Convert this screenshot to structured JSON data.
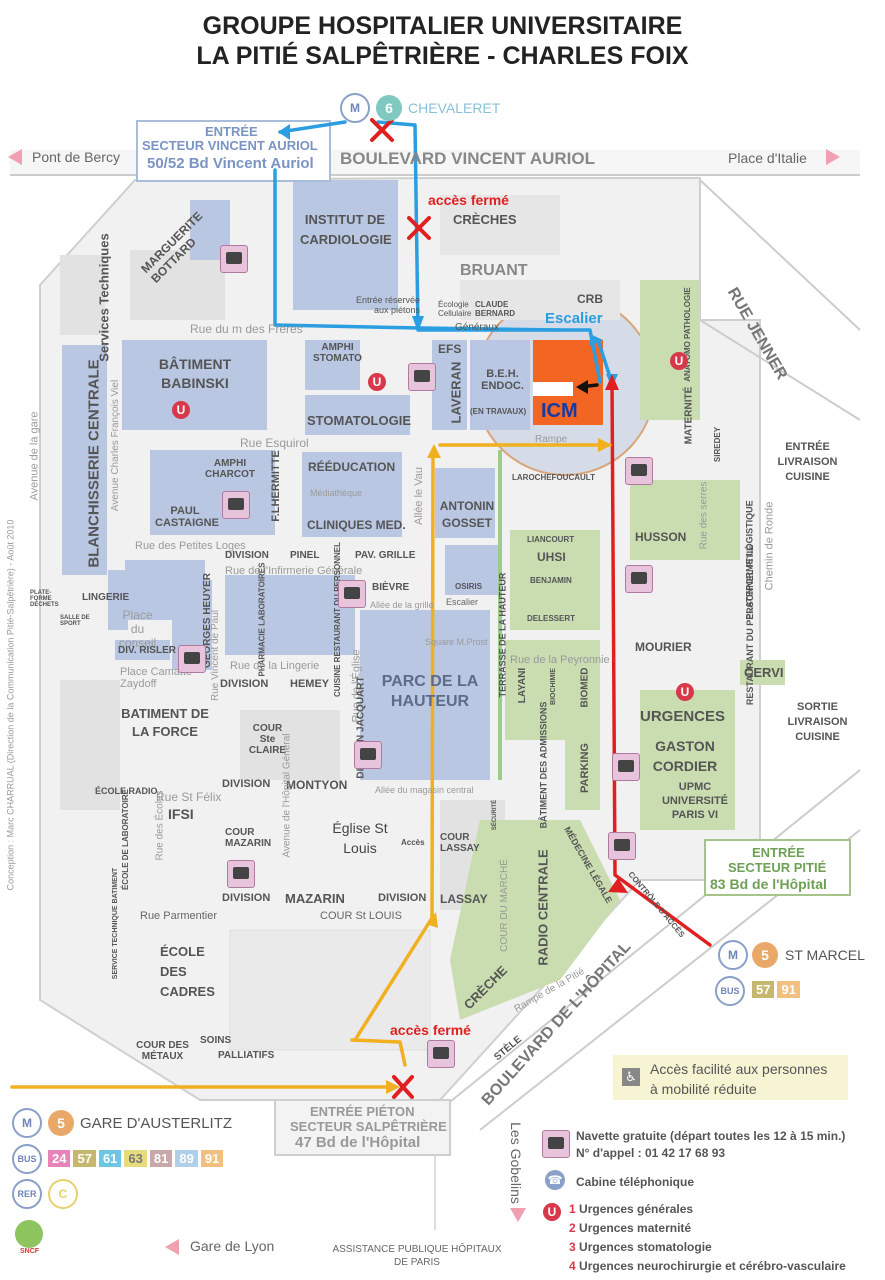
{
  "title": {
    "line1": "GROUPE HOSPITALIER UNIVERSITAIRE",
    "line2": "LA PITIÉ SALPÊTRIÈRE - CHARLES FOIX"
  },
  "metro_top": {
    "line": "6",
    "station": "CHEVALERET"
  },
  "entrances": {
    "auriol": {
      "line1": "ENTRÉE",
      "line2": "SECTEUR VINCENT AURIOL",
      "line3": "50/52 Bd Vincent Auriol"
    },
    "pitie": {
      "line1": "ENTRÉE",
      "line2": "SECTEUR PITIÉ",
      "line3": "83 Bd de l'Hôpital"
    },
    "salpetriere": {
      "line1": "ENTRÉE PIÉTON",
      "line2": "SECTEUR SALPÊTRIÈRE",
      "line3": "47 Bd de l'Hôpital"
    }
  },
  "directions": {
    "pont_bercy": "Pont de Bercy",
    "place_italie": "Place d'Italie",
    "gare_lyon": "Gare de Lyon",
    "gobelins": "Les Gobelins"
  },
  "streets": {
    "bd_auriol": "BOULEVARD VINCENT AURIOL",
    "bd_hopital": "BOULEVARD DE L'HÔPITAL",
    "rue_jenner": "RUE JENNER",
    "rue_esquirol": "Rue Esquirol",
    "rue_freres": "Rue  du  m    des   Frères",
    "av_gare": "Avenue de la gare",
    "av_charles": "Avenue Charles François Viel",
    "rue_petites_loges": "Rue des Petites Loges",
    "rue_infirmerie": "Rue de l'Infirmerie Générale",
    "rue_lingerie": "Rue de la Lingerie",
    "rue_vincent_paul": "Rue Vincent de Paul",
    "av_hopital_general": "Avenue de l'Hôpital Général",
    "rue_eglise": "Rue de l'Église",
    "allee_vau": "Allée le Vau",
    "rue_st_felix": "Rue  St Félix",
    "rue_ecoles": "Rue des Écoles",
    "rue_parmentier": "Rue Parmentier",
    "rue_peyronnie": "Rue  de  la   Peyronnie",
    "chemin_ronde": "Chemin de Ronde",
    "rue_serres": "Rue des serres",
    "allee_magasin": "Allée du magasin central",
    "rampe_pitie": "Rampe de la Pitié",
    "cour_marche": "COUR DU MARCHÉ",
    "terrasse": "TERRASSE DE LA HAUTEUR",
    "rampe": "Rampe"
  },
  "buildings": {
    "institut": "INSTITUT DE CARDIOLOGIE",
    "creches": "CRÈCHES",
    "bruant": "BRUANT",
    "marguerite": "MARGUERITE BOTTARD",
    "services": "Services Techniques",
    "babinski": "BÂTIMENT BABINSKI",
    "blanchisserie": "BLANCHISSERIE CENTRALE",
    "amphi_stomato": "AMPHI STOMATO",
    "stomatologie": "STOMATOLOGIE",
    "efs": "EFS",
    "laveran": "LAVERAN",
    "beh": "B.E.H. ENDOC.",
    "beh_travaux": "(EN TRAVAUX)",
    "icm": "ICM",
    "crb": "CRB",
    "anatomo": "ANATOMO PATHOLOGIE",
    "maternite": "MATERNITÉ",
    "amphi_charcot": "AMPHI CHARCOT",
    "paul": "PAUL CASTAIGNE",
    "fhermitte": "F.LHERMITTE",
    "reeducation": "RÉÉDUCATION",
    "mediatheque": "Médiathèque",
    "cliniques": "CLINIQUES MED.",
    "antonin": "ANTONIN GOSSET",
    "larochefoucault": "LAROCHEFOUCAULT",
    "liancourt": "LIANCOURT",
    "uhsi": "UHSI",
    "benjamin": "BENJAMIN",
    "osiris": "OSIRIS",
    "delessert": "DELESSERT",
    "husson": "HUSSON",
    "plateforme": "PLATEFORME LOGISTIQUE",
    "restaurant_pitie": "RESTAURANT DU PERSONNEL PITIÉ",
    "mourier": "MOURIER",
    "cervi": "CERVI",
    "siredey": "SIREDEY",
    "division": "DIVISION",
    "pinel": "PINEL",
    "pav_grille": "PAV. GRILLE",
    "bievre": "BIÈVRE",
    "allee_grille": "Allée de la grille",
    "lingerie": "LINGERIE",
    "plateforme_dechets": "PLATE-FORME DÉCHETS",
    "salle_sport": "SALLE DE SPORT",
    "place_conseil": "Place du conseil",
    "georges_heuyer": "GEORGES HEUYER",
    "pharmacie": "PHARMACIE LABORATOIRES",
    "cuisine": "CUISINE RESTAURANT DU PERSONNEL",
    "div_risler": "DIV. RISLER",
    "place_camatte": "Place Camatte Zaydoff",
    "division2": "DIVISION",
    "hemey": "HEMEY",
    "bat_force": "BATIMENT DE LA FORCE",
    "cour_claire": "COUR Ste CLAIRE",
    "division_jacquart": "DIVISION JACQUART",
    "parc_hauteur": "PARC DE LA HAUTEUR",
    "square": "Square M.Prost",
    "layani": "LAYANI",
    "biochimie": "BIOCHIMIE",
    "biomed": "BIOMED",
    "bat_admissions": "BÂTIMENT DES ADMISSIONS",
    "parking": "PARKING",
    "urgences": "URGENCES",
    "gaston": "GASTON CORDIER",
    "upmc": "UPMC UNIVERSITÉ PARIS VI",
    "division3": "DIVISION",
    "montyon": "MONTYON",
    "eglise": "Église St Louis",
    "ifsi": "IFSI",
    "ecole_radio": "ÉCOLE RADIO",
    "ecole_labo": "ÉCOLE DE LABORATOIRE",
    "cour_mazarin": "COUR MAZARIN",
    "cour_lassay": "COUR LASSAY",
    "radio_centrale": "RADIO CENTRALE",
    "medecine_legale": "MÉDECINE LÉGALE",
    "division4": "DIVISION",
    "mazarin": "MAZARIN",
    "division5": "DIVISION",
    "lassay": "LASSAY",
    "cour_st_louis": "COUR St LOUIS",
    "ecole_cadres": "ÉCOLE DES CADRES",
    "creche2": "CRÈCHE",
    "cour_metaux": "COUR DES MÉTAUX",
    "soins": "SOINS",
    "palliatifs": "PALLIATIFS",
    "stele": "STÈLE",
    "entree_reservee": "Entrée réservée aux piétons",
    "ecologie": "Écologie Cellulaire",
    "claude": "CLAUDE BERNARD",
    "generaux": "Généraux",
    "service_batiment": "SERVICE TECHNIQUE BATIMENT",
    "securite": "SÉCURITÉ"
  },
  "annotations": {
    "acces_ferme_top": "accès fermé",
    "acces_ferme_bottom": "accès fermé",
    "escalier": "Escalier",
    "escalier_small": "Escalier",
    "acces": "Accès",
    "controle": "CONTRÔLE D'ACCÈS",
    "sortie": "SORTIE LIVRAISON CUISINE",
    "entree_livraison": "ENTRÉE LIVRAISON CUISINE"
  },
  "transit": {
    "st_marcel_line": "5",
    "st_marcel": "ST MARCEL",
    "st_marcel_bus": [
      "57",
      "91"
    ],
    "austerlitz_line": "5",
    "austerlitz": "GARE D'AUSTERLITZ",
    "austerlitz_bus": [
      "24",
      "57",
      "61",
      "63",
      "81",
      "89",
      "91"
    ],
    "metro_glyph": "M",
    "bus_glyph": "BUS",
    "rer_glyph": "RER",
    "rer_c": "C"
  },
  "legend": {
    "mobilite_line1": "Accès facilité aux personnes",
    "mobilite_line2": "à mobilité réduite",
    "navette_line1": "Navette gratuite (départ toutes les 12 à 15 min.)",
    "navette_line2": "N° d'appel : 01 42 17 68 93",
    "cabine": "Cabine téléphonique",
    "urg_items": [
      {
        "num": "1",
        "label": "Urgences générales"
      },
      {
        "num": "2",
        "label": "Urgences maternité"
      },
      {
        "num": "3",
        "label": "Urgences stomatologie"
      },
      {
        "num": "4",
        "label": "Urgences neurochirurgie et cérébro-vasculaire"
      }
    ]
  },
  "credit": "Conception : Marc CHARRUAL (Direction de la Communication Pitié-Salpêtrière) - Août 2010",
  "logo": "ASSISTANCE PUBLIQUE HÔPITAUX DE PARIS",
  "sncf": "SNCF",
  "colors": {
    "blue_route": "#2a9ee0",
    "red_route": "#e02020",
    "yellow_route": "#f0b020",
    "icm": "#f26522"
  }
}
